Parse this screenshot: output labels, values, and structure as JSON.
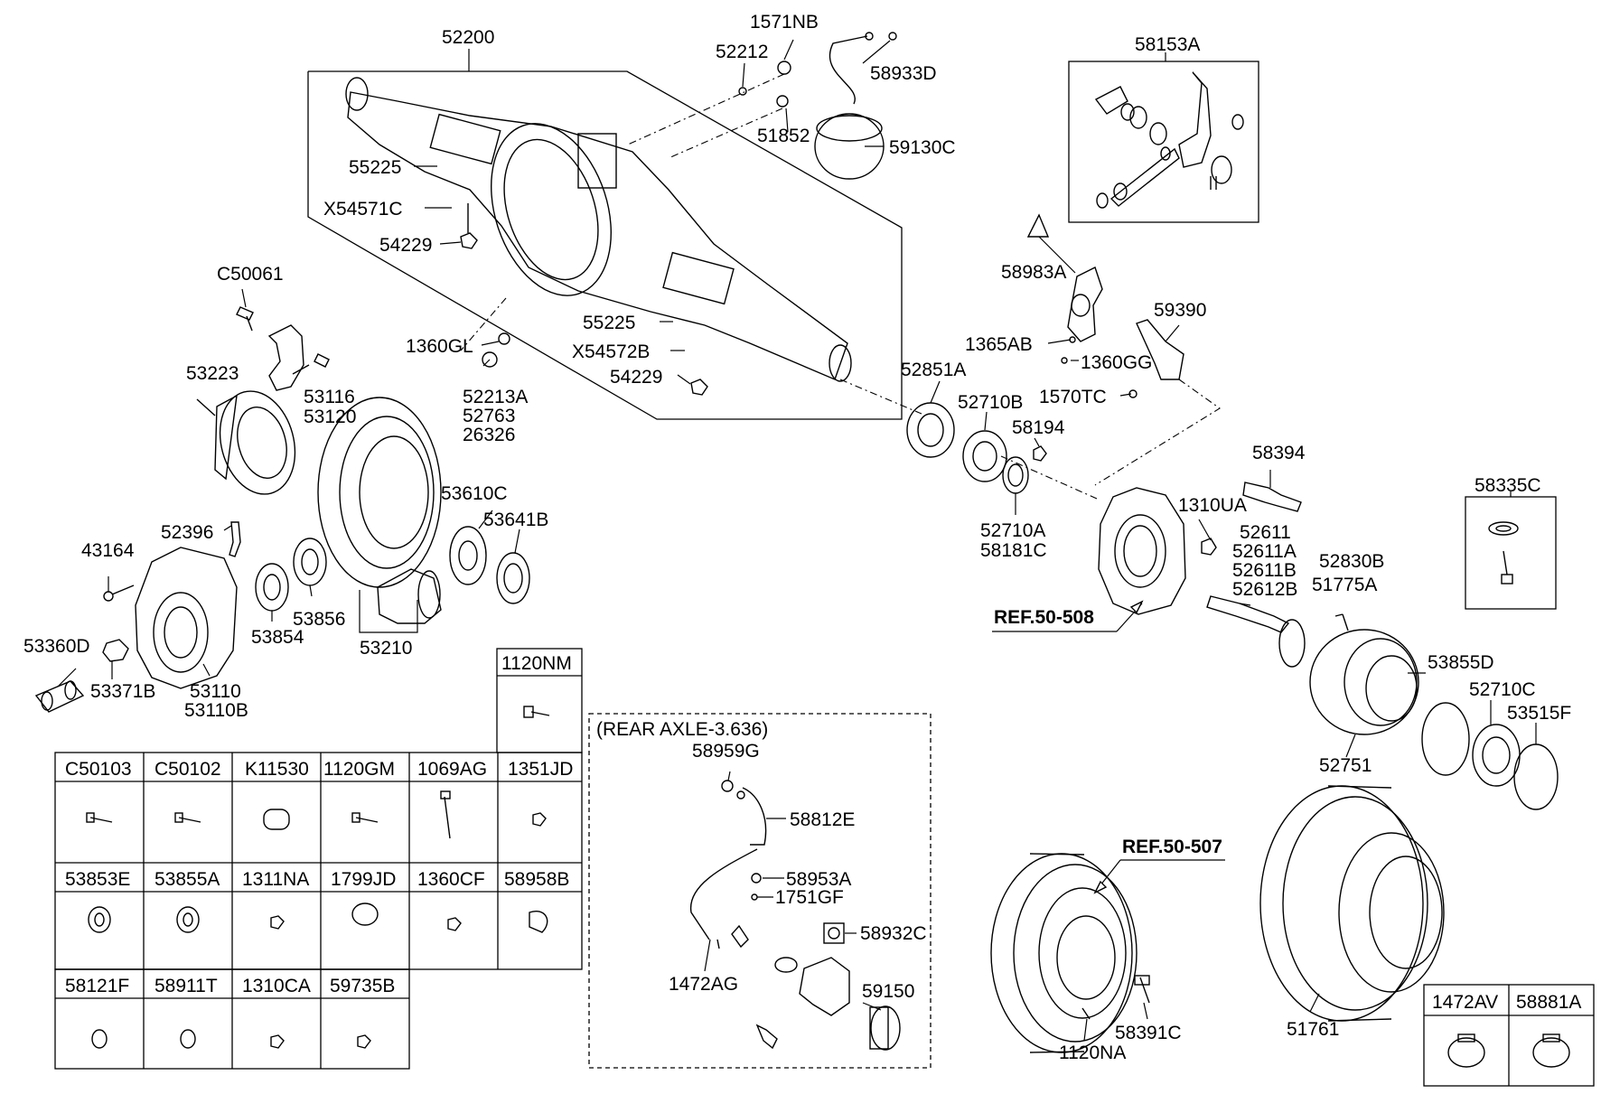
{
  "callouts": {
    "c52200": "52200",
    "c1571NB": "1571NB",
    "c52212": "52212",
    "c58933D": "58933D",
    "c51852": "51852",
    "c59130C": "59130C",
    "c58153A": "58153A",
    "c55225a": "55225",
    "cX54571C": "X54571C",
    "c54229a": "54229",
    "c58983A": "58983A",
    "cC50061": "C50061",
    "c1360GL": "1360GL",
    "c55225b": "55225",
    "cX54572B": "X54572B",
    "c54229b": "54229",
    "c1365AB": "1365AB",
    "c1360GG": "1360GG",
    "c59390": "59390",
    "c53223": "53223",
    "c53116": "53116",
    "c53120": "53120",
    "c52213A": "52213A",
    "c52763": "52763",
    "c26326": "26326",
    "c52851A": "52851A",
    "c52710B": "52710B",
    "c1570TC": "1570TC",
    "c58194": "58194",
    "c58394": "58394",
    "c58335C": "58335C",
    "c53610C": "53610C",
    "c53641B": "53641B",
    "c52396": "52396",
    "c52710A": "52710A",
    "c58181C": "58181C",
    "c1310UA": "1310UA",
    "c52611": "52611",
    "c52611A": "52611A",
    "c52611B": "52611B",
    "c52612B": "52612B",
    "c52830B": "52830B",
    "c51775A": "51775A",
    "c43164": "43164",
    "cREF50508": "REF.50-508",
    "c53856": "53856",
    "c53854": "53854",
    "c53210": "53210",
    "c53360D": "53360D",
    "c53371B": "53371B",
    "c53110": "53110",
    "c53110B": "53110B",
    "c53855D": "53855D",
    "c52710C": "52710C",
    "c53515F": "53515F",
    "c52751": "52751",
    "c58959G": "58959G",
    "c58812E": "58812E",
    "c58953A": "58953A",
    "c1751GF": "1751GF",
    "c58932C": "58932C",
    "c1472AG": "1472AG",
    "c59150": "59150",
    "cREF50507": "REF.50-507",
    "c58391C": "58391C",
    "c1120NA": "1120NA",
    "c51761": "51761"
  },
  "rear_axle_group_label": "(REAR AXLE-3.636)",
  "parts_table": {
    "top_cell": "1120NM",
    "row1": [
      "C50103",
      "C50102",
      "K11530",
      "1120GM",
      "1069AG",
      "1351JD"
    ],
    "row2": [
      "53853E",
      "53855A",
      "1311NA",
      "1799JD",
      "1360CF",
      "58958B"
    ],
    "row3": [
      "58121F",
      "58911T",
      "1310CA",
      "59735B"
    ]
  },
  "clamp_table": [
    "1472AV",
    "58881A"
  ]
}
